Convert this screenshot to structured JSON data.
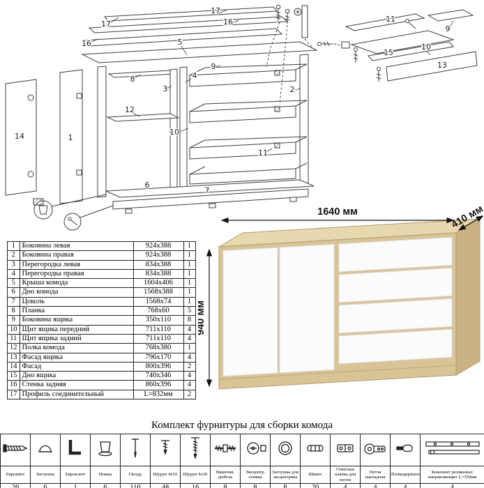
{
  "diagram": {
    "labels": {
      "profile_left": "17",
      "backwall_left": "16",
      "top_panel": "5",
      "backwall_right": "16",
      "profile_right": "17",
      "plank": "8",
      "divider_left": "3",
      "divider_right": "4",
      "shelf": "12",
      "door_facade": "14",
      "side_left": "1",
      "side_right": "2",
      "drawer_side": "9",
      "drawer_front_shield": "10",
      "drawer_back_shield": "11",
      "bottom_panel": "6",
      "plinth": "7",
      "inset_back_shield": "11",
      "inset_drawer_side": "9",
      "inset_drawer_bottom": "15",
      "inset_front_shield": "10",
      "inset_facade": "13"
    }
  },
  "product": {
    "width_label": "1640 мм",
    "depth_label": "410 мм",
    "height_label": "940 мм"
  },
  "parts_table": {
    "rows": [
      {
        "num": "1",
        "name": "Боковина левая",
        "size": "924х388",
        "qty": "1"
      },
      {
        "num": "2",
        "name": "Боковина правая",
        "size": "924х388",
        "qty": "1"
      },
      {
        "num": "3",
        "name": "Перегородка левая",
        "size": "834х388",
        "qty": "1"
      },
      {
        "num": "4",
        "name": "Перегородка правая",
        "size": "834х388",
        "qty": "1"
      },
      {
        "num": "5",
        "name": "Крыша комода",
        "size": "1604х406",
        "qty": "1"
      },
      {
        "num": "6",
        "name": "Дно комода",
        "size": "1568х388",
        "qty": "1"
      },
      {
        "num": "7",
        "name": "Цоколь",
        "size": "1568х74",
        "qty": "1"
      },
      {
        "num": "8",
        "name": "Планка",
        "size": "768х60",
        "qty": "5"
      },
      {
        "num": "9",
        "name": "Боковина ящика",
        "size": "350х110",
        "qty": "8"
      },
      {
        "num": "10",
        "name": "Щит ящика передний",
        "size": "711х110",
        "qty": "4"
      },
      {
        "num": "11",
        "name": "Щит ящика задний",
        "size": "711х110",
        "qty": "4"
      },
      {
        "num": "12",
        "name": "Полка комода",
        "size": "768х380",
        "qty": "1"
      },
      {
        "num": "13",
        "name": "Фасад ящика",
        "size": "796х170",
        "qty": "4"
      },
      {
        "num": "14",
        "name": "Фасад",
        "size": "800х396",
        "qty": "2"
      },
      {
        "num": "15",
        "name": "Дно ящика",
        "size": "740х346",
        "qty": "4"
      },
      {
        "num": "16",
        "name": "Стенка задняя",
        "size": "860х396",
        "qty": "4"
      },
      {
        "num": "17",
        "name": "Профиль соединительный",
        "size": "L=832мм",
        "qty": "2"
      }
    ]
  },
  "hardware": {
    "title": "Комплект фурнитуры для сборки комода",
    "items": [
      {
        "name": "Евровинт",
        "qty": "26",
        "icon": "euroscrew-icon"
      },
      {
        "name": "Заглушка",
        "qty": "6",
        "icon": "cap-plug-icon"
      },
      {
        "name": "Евроключ",
        "qty": "1",
        "icon": "hex-key-icon"
      },
      {
        "name": "Ножка",
        "qty": "6",
        "icon": "furniture-leg-icon"
      },
      {
        "name": "Гвоздь",
        "qty": "110",
        "icon": "nail-icon"
      },
      {
        "name": "Шуруп 4х16",
        "qty": "48",
        "icon": "screw-4x16-icon"
      },
      {
        "name": "Шуруп 4х30",
        "qty": "16",
        "icon": "screw-4x30-icon"
      },
      {
        "name": "Ввинчив. дюбель",
        "qty": "8",
        "icon": "dowel-screw-icon"
      },
      {
        "name": "Эксцентр. стяжка",
        "qty": "8",
        "icon": "eccentric-cam-icon"
      },
      {
        "name": "Заглушка для эксцентрика",
        "qty": "8",
        "icon": "cam-cap-icon"
      },
      {
        "name": "Шкант",
        "qty": "20",
        "icon": "wood-dowel-icon"
      },
      {
        "name": "Ответная планка для петли",
        "qty": "4",
        "icon": "hinge-plate-icon"
      },
      {
        "name": "Петля накладная",
        "qty": "4",
        "icon": "overlay-hinge-icon"
      },
      {
        "name": "Полкодержатель",
        "qty": "4",
        "icon": "shelf-support-icon"
      },
      {
        "name": "Комплект роликовых направляющих L=350мм",
        "qty": "4",
        "icon": "drawer-slides-icon"
      }
    ]
  }
}
